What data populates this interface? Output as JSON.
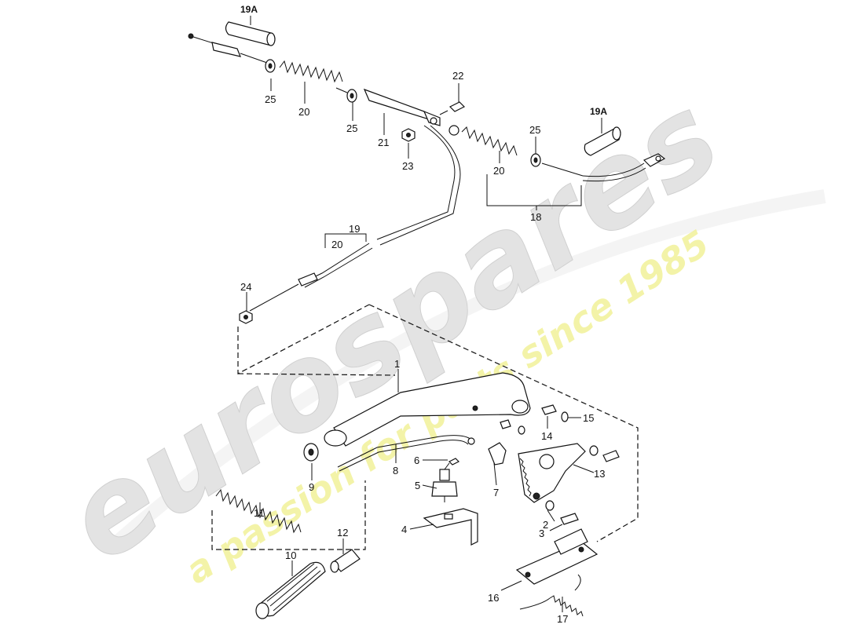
{
  "watermark": {
    "brand": "eurospares",
    "tagline": "a passion for parts since 1985",
    "brand_color": "#d9d9d9",
    "tagline_color": "#eeee88"
  },
  "labels": {
    "p1": "1",
    "p2": "2",
    "p3": "3",
    "p4": "4",
    "p5": "5",
    "p6": "6",
    "p7": "7",
    "p8": "8",
    "p9": "9",
    "p10": "10",
    "p11": "11",
    "p12": "12",
    "p13": "13",
    "p14": "14",
    "p15": "15",
    "p16": "16",
    "p17": "17",
    "p18": "18",
    "p19": "19",
    "p19a_top": "19A",
    "p19a_right": "19A",
    "p20_top": "20",
    "p20_right": "20",
    "p20_mid": "20",
    "p21": "21",
    "p22": "22",
    "p23": "23",
    "p24": "24",
    "p25_left": "25",
    "p25_mid": "25",
    "p25_right": "25"
  }
}
